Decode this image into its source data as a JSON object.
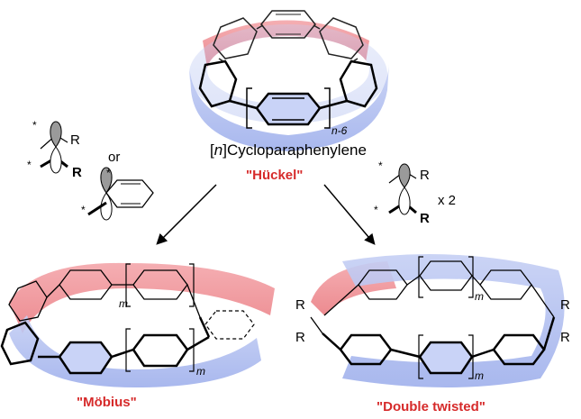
{
  "title": {
    "bracket_open": "[",
    "n": "n",
    "bracket_close": "]",
    "name": "Cycloparaphenylene",
    "subscript": "n-6"
  },
  "labels": {
    "huckel": "\"Hückel\"",
    "mobius": "\"Möbius\"",
    "double_twisted": "\"Double twisted\"",
    "mobius_subscript_top": "m",
    "mobius_subscript_bottom": "m",
    "double_subscript_top": "m",
    "double_subscript_bottom": "m"
  },
  "reagents": {
    "left_R": "R",
    "left_R_bold": "R",
    "or": "or",
    "right_R": "R",
    "right_R_bold": "R",
    "times": "x 2",
    "star": "*"
  },
  "substituents": {
    "R1": "R",
    "R2": "R",
    "R3": "R",
    "R4": "R"
  },
  "colors": {
    "red_band": "#e8626a",
    "blue_band": "#7c93e0",
    "label_red": "#d62a2a"
  }
}
